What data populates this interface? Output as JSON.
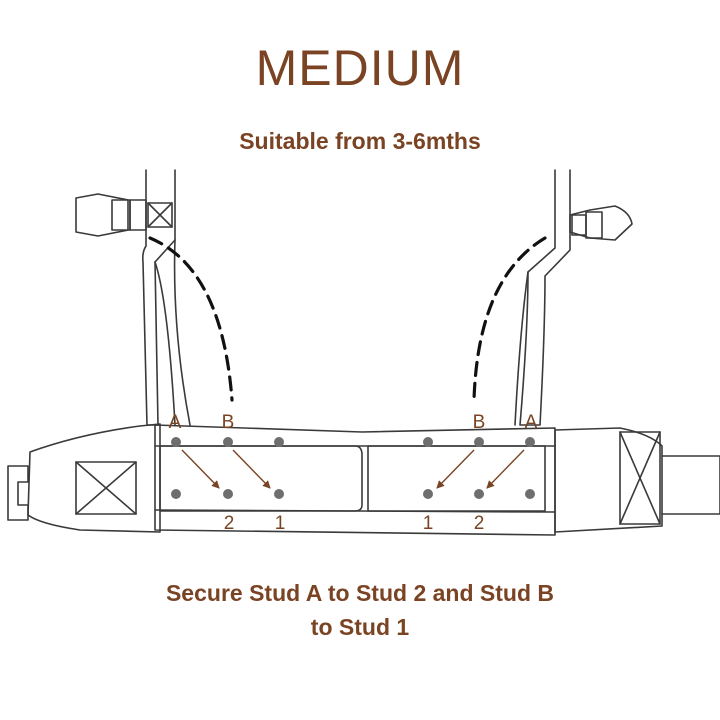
{
  "title": "MEDIUM",
  "subtitle": "Suitable from 3-6mths",
  "instruction": {
    "line1": "Secure Stud A to Stud 2 and Stud B",
    "line2": "to Stud 1"
  },
  "labels": {
    "stud_a": "A",
    "stud_b": "B",
    "stud_1": "1",
    "stud_2": "2"
  },
  "colors": {
    "accent": "#7a4323",
    "line": "#3a3a3a",
    "stud": "#6e6e6e",
    "dash": "#111111"
  }
}
